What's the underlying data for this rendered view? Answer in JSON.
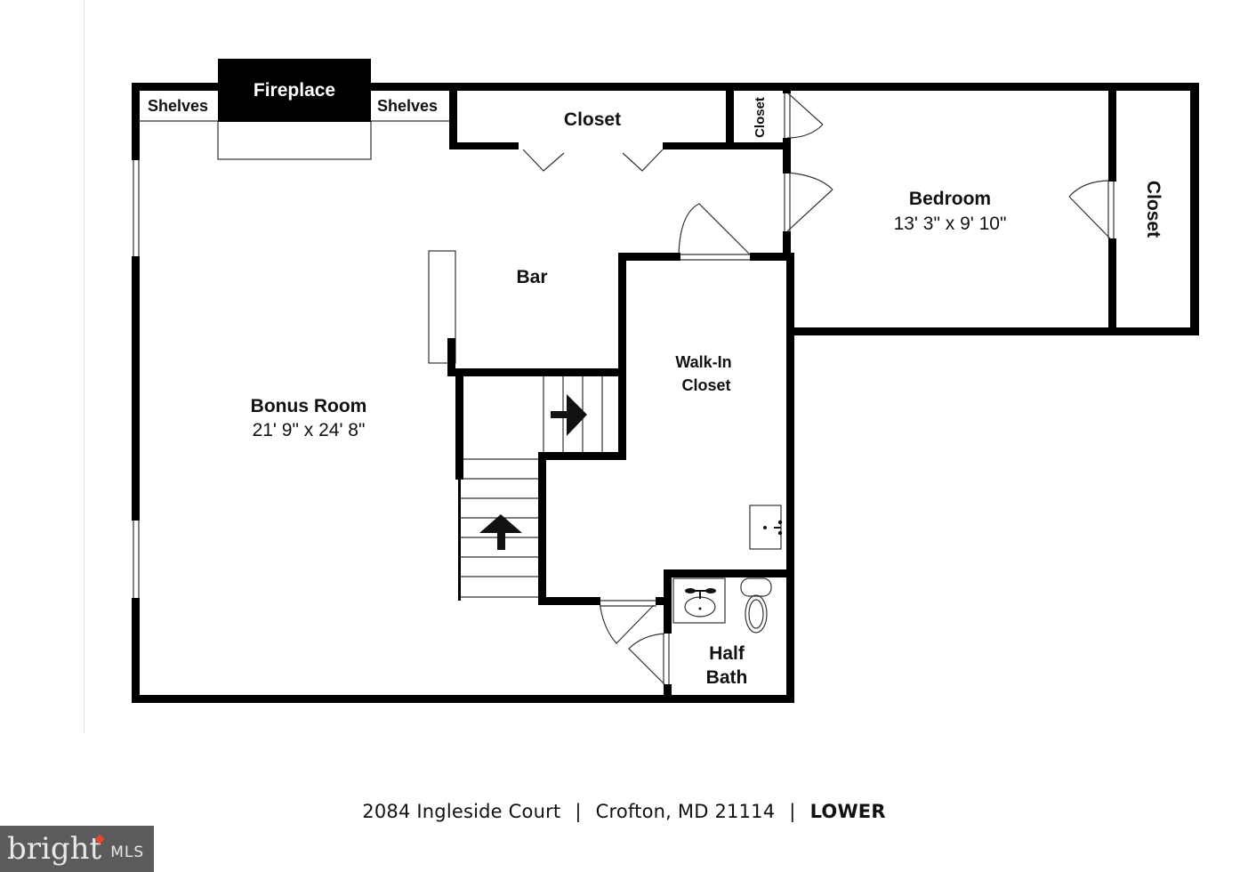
{
  "floorplan": {
    "level": "LOWER",
    "rooms": {
      "bonus_room": {
        "name": "Bonus Room",
        "dims": "21' 9\" x 24' 8\""
      },
      "bedroom": {
        "name": "Bedroom",
        "dims": "13' 3\" x 9' 10\""
      },
      "bar": {
        "name": "Bar"
      },
      "walk_in_closet": {
        "name_line1": "Walk-In",
        "name_line2": "Closet"
      },
      "half_bath": {
        "name_line1": "Half",
        "name_line2": "Bath"
      },
      "closet_top": {
        "name": "Closet"
      },
      "closet_small": {
        "name": "Closet"
      },
      "closet_right": {
        "name": "Closet"
      }
    },
    "features": {
      "fireplace": "Fireplace",
      "shelves_left": "Shelves",
      "shelves_right": "Shelves"
    }
  },
  "caption": {
    "address": "2084 Ingleside Court",
    "city": "Crofton, MD 21114",
    "separator": "|",
    "level": "LOWER"
  },
  "logo": {
    "brand": "bright",
    "suffix": "MLS"
  }
}
